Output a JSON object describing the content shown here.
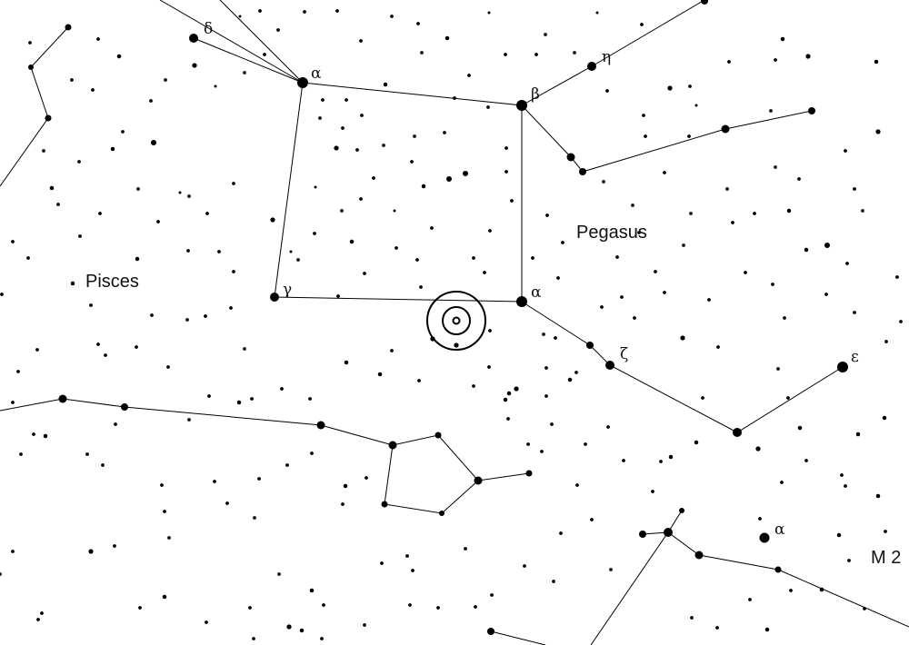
{
  "map": {
    "labels": {
      "pegasus": "Pegasus",
      "pisces": "Pisces",
      "m2": "M 2"
    },
    "greek_labels": {
      "delta": "δ",
      "alpha_and": "α",
      "beta_peg": "β",
      "eta_peg": "η",
      "gamma_peg": "γ",
      "alpha_peg": "α",
      "zeta_peg": "ζ",
      "epsilon_peg": "ε",
      "alpha_aqr": "α"
    },
    "colors": {
      "background": "#ffffff",
      "ink": "#000000"
    }
  }
}
